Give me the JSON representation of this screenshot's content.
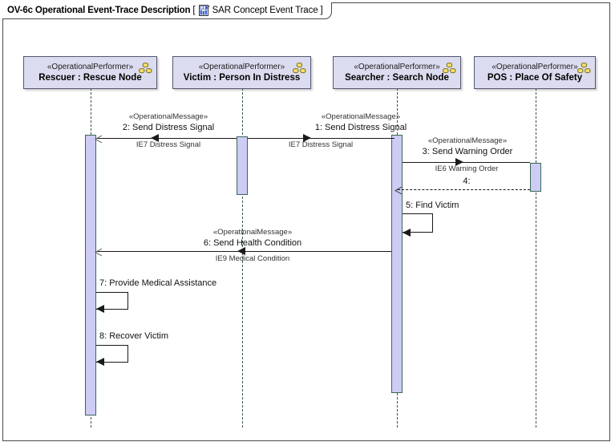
{
  "frame": {
    "title": "OV-6c Operational Event-Trace Description",
    "bracket_open": "[",
    "bracket_close": "]",
    "subtitle": "SAR Concept Event Trace",
    "tab_icon": "event-trace-diagram-icon"
  },
  "lifelines": [
    {
      "id": "rescuer",
      "stereotype": "«OperationalPerformer»",
      "name": "Rescuer : Rescue Node",
      "icon": "operational-performer-icon"
    },
    {
      "id": "victim",
      "stereotype": "«OperationalPerformer»",
      "name": "Victim : Person In Distress",
      "icon": "operational-performer-icon"
    },
    {
      "id": "searcher",
      "stereotype": "«OperationalPerformer»",
      "name": "Searcher : Search Node",
      "icon": "operational-performer-icon"
    },
    {
      "id": "pos",
      "stereotype": "«OperationalPerformer»",
      "name": "POS : Place Of Safety",
      "icon": "operational-performer-icon"
    }
  ],
  "messages": [
    {
      "seq": "1",
      "stereotype": "«OperationalMessage»",
      "label": "1:  Send Distress Signal",
      "item": "IE7 Distress Signal",
      "from": "victim",
      "to": "searcher",
      "kind": "call"
    },
    {
      "seq": "2",
      "stereotype": "«OperationalMessage»",
      "label": "2:  Send Distress Signal",
      "item": "IE7 Distress Signal",
      "from": "victim",
      "to": "rescuer",
      "kind": "call"
    },
    {
      "seq": "3",
      "stereotype": "«OperationalMessage»",
      "label": "3:  Send Warning Order",
      "item": "IE6 Warning Order",
      "from": "searcher",
      "to": "pos",
      "kind": "call"
    },
    {
      "seq": "4",
      "stereotype": "",
      "label": "4:",
      "item": "",
      "from": "pos",
      "to": "searcher",
      "kind": "reply"
    },
    {
      "seq": "5",
      "stereotype": "",
      "label": "5:  Find Victim",
      "item": "",
      "from": "searcher",
      "to": "searcher",
      "kind": "self"
    },
    {
      "seq": "6",
      "stereotype": "«OperationalMessage»",
      "label": "6:  Send Health Condition",
      "item": "IE9 Medical Condition",
      "from": "searcher",
      "to": "rescuer",
      "kind": "call"
    },
    {
      "seq": "7",
      "stereotype": "",
      "label": "7:  Provide Medical Assistance",
      "item": "",
      "from": "rescuer",
      "to": "rescuer",
      "kind": "self"
    },
    {
      "seq": "8",
      "stereotype": "",
      "label": "8:  Recover Victim",
      "item": "",
      "from": "rescuer",
      "to": "rescuer",
      "kind": "self"
    }
  ],
  "colors": {
    "head_fill": "#dcdcf0",
    "head_border": "#53576f",
    "activation_fill": "#ccccf5",
    "activation_border": "#3d6656",
    "lifeline_stroke": "#35544a",
    "message_stroke": "#1a1a1a",
    "icon_yellow": "#f2e06a"
  }
}
